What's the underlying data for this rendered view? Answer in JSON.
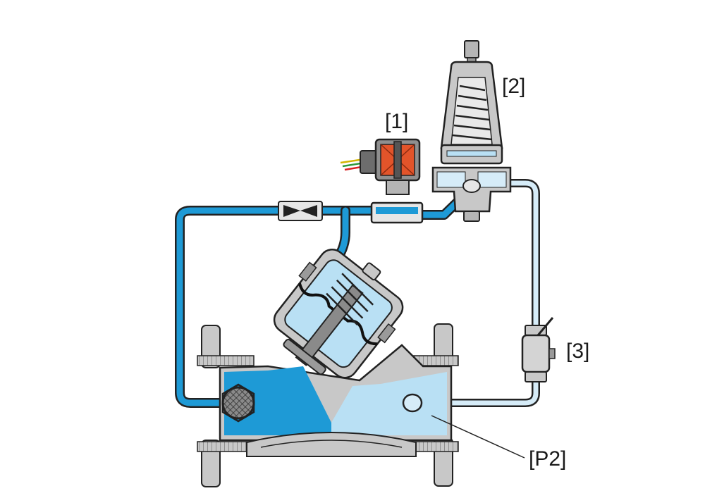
{
  "labels": {
    "solenoid": "[1]",
    "pilot": "[2]",
    "ball_valve": "[3]",
    "downstream_pressure": "[P2]"
  },
  "colors": {
    "water_dark": "#1e9ad6",
    "water_light": "#b9e0f4",
    "tube_blue": "#7cc8ec",
    "metal": "#c8c8c8",
    "metal_dark": "#9a9a9a",
    "outline": "#222222",
    "coil": "#e2542a"
  }
}
